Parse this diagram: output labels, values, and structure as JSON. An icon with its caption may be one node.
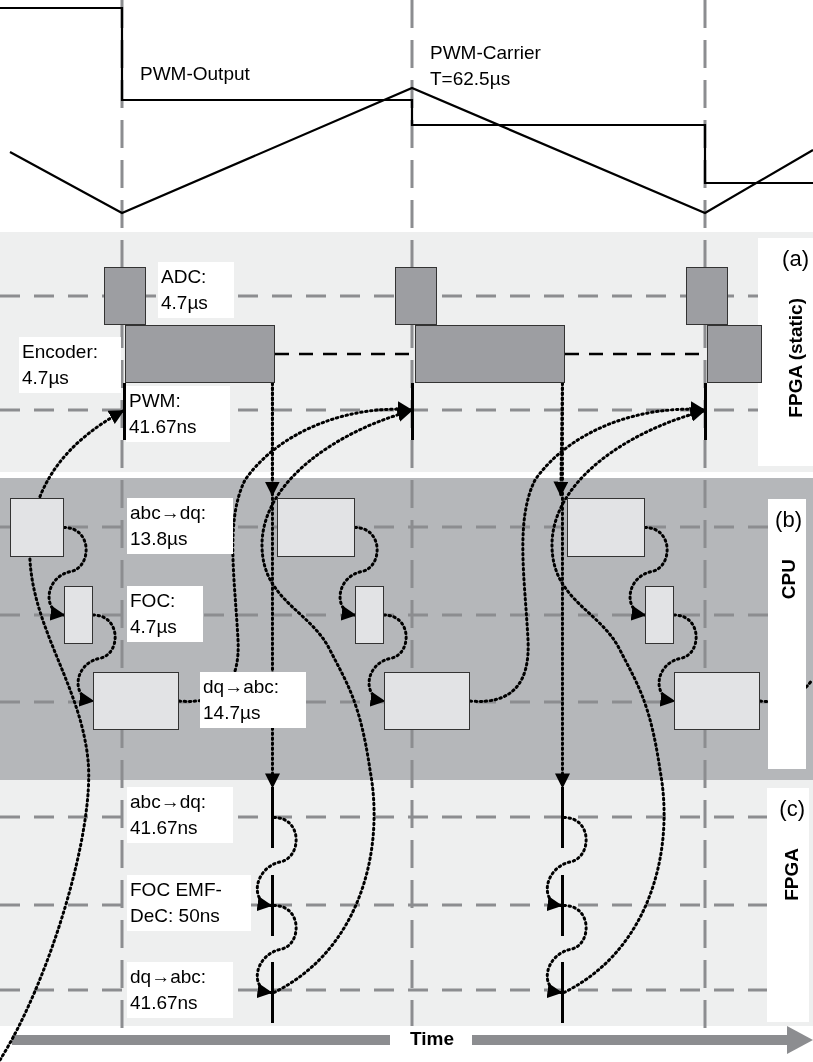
{
  "diagram": {
    "nodes": [
      {
        "text": [
          "(a)",
          "FPGA (static)"
        ]
      },
      {
        "text": [],
        "shape": "box",
        "in": 0,
        "beside": [
          "ADC: 4.7µs"
        ]
      },
      {
        "text": [],
        "shape": "box",
        "in": 0
      },
      {
        "text": [],
        "shape": "box",
        "in": 0
      },
      {
        "text": [],
        "shape": "box",
        "in": 0,
        "beside": [
          "Encoder: 4.7µs"
        ]
      },
      {
        "text": [],
        "shape": "box",
        "in": 0
      },
      {
        "text": [],
        "shape": "box",
        "in": 0
      },
      {
        "text": [],
        "shape": "bar",
        "in": 0,
        "beside": [
          "PWM: 41.67ns"
        ]
      },
      {
        "text": [],
        "shape": "bar",
        "in": 0
      },
      {
        "text": [],
        "shape": "bar",
        "in": 0
      },
      {
        "text": [
          "(b)",
          "CPU"
        ]
      },
      {
        "text": [],
        "shape": "box",
        "in": 10,
        "beside": [
          "abc→dq: 13.8µs"
        ]
      },
      {
        "text": [],
        "shape": "box",
        "in": 10,
        "beside": [
          "FOC: 4.7µs"
        ]
      },
      {
        "text": [],
        "shape": "box",
        "in": 10,
        "beside": [
          "dq→abc: 14.7µs"
        ]
      },
      {
        "text": [],
        "shape": "box",
        "in": 10
      },
      {
        "text": [],
        "shape": "box",
        "in": 10
      },
      {
        "text": [],
        "shape": "box",
        "in": 10
      },
      {
        "text": [],
        "shape": "box",
        "in": 10
      },
      {
        "text": [],
        "shape": "box",
        "in": 10
      },
      {
        "text": [],
        "shape": "box",
        "in": 10
      },
      {
        "text": [
          "(c)",
          "FPGA"
        ]
      },
      {
        "text": [],
        "shape": "bar",
        "in": 20,
        "beside": [
          "abc→dq: 41.67ns"
        ]
      },
      {
        "text": [],
        "shape": "bar",
        "in": 20,
        "beside": [
          "FOC EMF-DeC: 50ns"
        ]
      },
      {
        "text": [],
        "shape": "bar",
        "in": 20,
        "beside": [
          "dq→abc: 41.67ns"
        ]
      },
      {
        "text": [],
        "shape": "bar",
        "in": 20
      },
      {
        "text": [],
        "shape": "bar",
        "in": 20
      },
      {
        "text": [],
        "shape": "bar",
        "in": 20
      }
    ],
    "edges": [
      {
        "from": 4,
        "to": 5,
        "arrow": "none",
        "style": "dashed"
      },
      {
        "from": 5,
        "to": 6,
        "arrow": "none",
        "style": "dashed"
      },
      {
        "from": 4,
        "to": 14,
        "arrow": "to"
      },
      {
        "from": 4,
        "to": 21,
        "arrow": "to"
      },
      {
        "from": 5,
        "to": 17,
        "arrow": "to"
      },
      {
        "from": 5,
        "to": 24,
        "arrow": "to"
      },
      {
        "from": 11,
        "to": 12,
        "arrow": "to"
      },
      {
        "from": 12,
        "to": 13,
        "arrow": "to"
      },
      {
        "from": 14,
        "to": 15,
        "arrow": "to"
      },
      {
        "from": 15,
        "to": 16,
        "arrow": "to"
      },
      {
        "from": 17,
        "to": 18,
        "arrow": "to"
      },
      {
        "from": 18,
        "to": 19,
        "arrow": "to"
      },
      {
        "from": 21,
        "to": 22,
        "arrow": "to"
      },
      {
        "from": 22,
        "to": 23,
        "arrow": "to"
      },
      {
        "from": 24,
        "to": 25,
        "arrow": "to"
      },
      {
        "from": 25,
        "to": 26,
        "arrow": "to"
      },
      {
        "from": null,
        "to": 7,
        "arrow": "to"
      },
      {
        "from": 13,
        "to": 8,
        "arrow": "to"
      },
      {
        "from": 23,
        "to": 8,
        "arrow": "to"
      },
      {
        "from": 16,
        "to": 9,
        "arrow": "to"
      },
      {
        "from": 26,
        "to": 9,
        "arrow": "to"
      },
      {
        "from": 19,
        "to": null,
        "arrow": "none"
      }
    ],
    "labels": [
      "PWM-Output",
      "PWM-Carrier T=62.5µs",
      "Time"
    ]
  }
}
